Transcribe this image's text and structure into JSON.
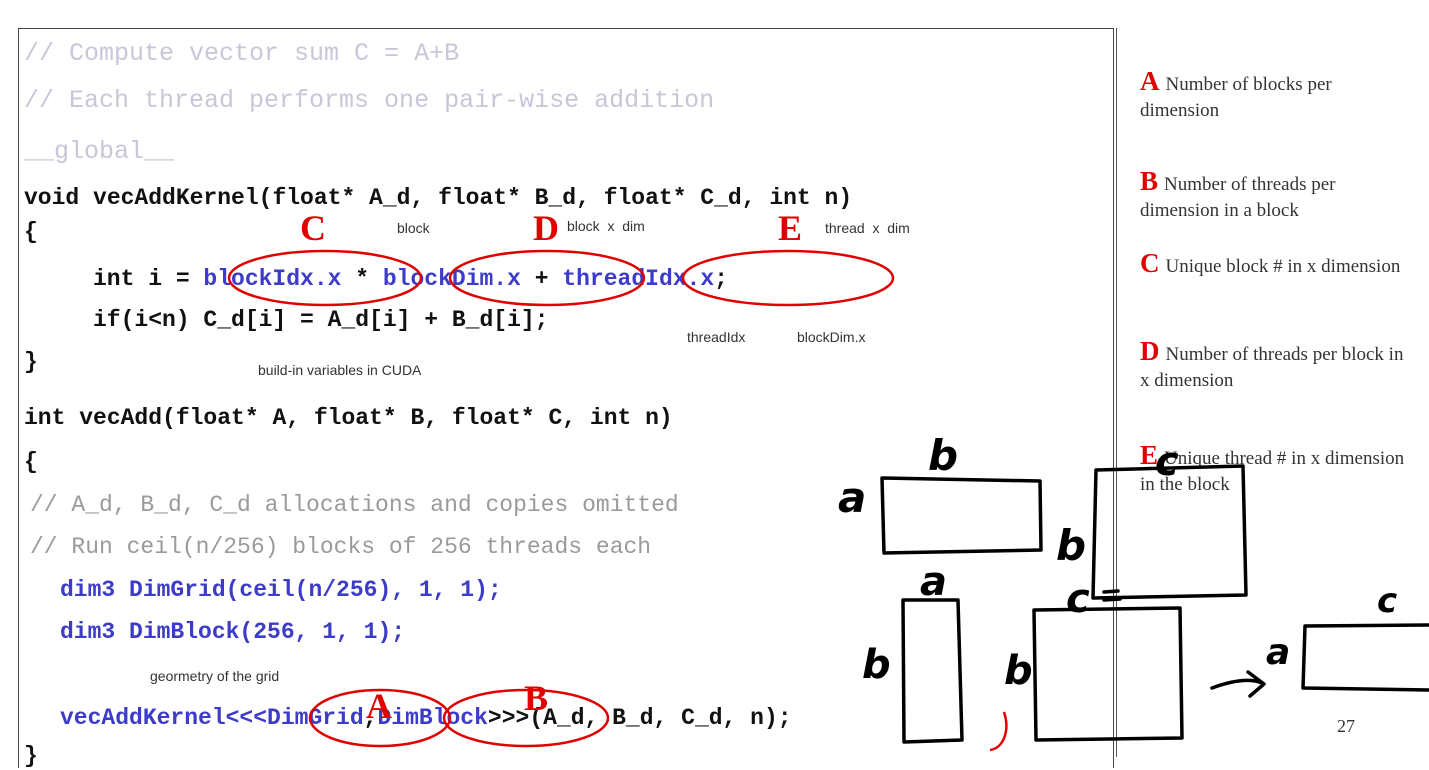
{
  "code": {
    "comment1": "// Compute vector sum C = A+B",
    "comment2": "// Each thread performs one pair-wise addition",
    "global": "__global__",
    "signature": "void vecAddKernel(float* A_d, float* B_d, float* C_d, int n)",
    "open_brace_1": "{",
    "int_i_prefix": "int i = ",
    "block_idx": "blockIdx.x",
    "mult": " * ",
    "block_dim": "blockDim.x",
    "plus": " + ",
    "thread_idx": "threadIdx.x",
    "semicolon": ";",
    "if_line": "if(i<n) C_d[i] = A_d[i] + B_d[i];",
    "close_brace_1": "}",
    "vecadd_signature": "int vecAdd(float* A, float* B, float* C, int n)",
    "open_brace_2": "{",
    "comment3": "// A_d, B_d, C_d allocations and copies omitted",
    "comment4": "// Run ceil(n/256) blocks of 256 threads each",
    "dimgrid_line": "dim3 DimGrid(ceil(n/256), 1, 1);",
    "dimblock_line": "dim3 DimBlock(256, 1, 1);",
    "launch_prefix": "vecAddKernel<<<",
    "launch_grid": "DimGrid",
    "launch_comma": ",",
    "launch_block": "DimBlock",
    "launch_suffix": ">>>(A_d, B_d, C_d, n);",
    "close_brace_2": "}"
  },
  "annotations": {
    "block": "block",
    "block_x_dim": "block  x  dim",
    "thread_x_dim": "thread  x  dim",
    "thread_idx_note": "threadIdx",
    "block_dim_note": "blockDim.x",
    "builtin_note": "build-in variables in CUDA",
    "geometry_note": "geormetry of the grid",
    "label_c": "C",
    "label_d": "D",
    "label_e": "E",
    "label_a": "A",
    "label_b": "B"
  },
  "legend": [
    {
      "letter": "A",
      "text": "Number of blocks per dimension"
    },
    {
      "letter": "B",
      "text": "Number of threads per dimension in a block"
    },
    {
      "letter": "C",
      "text": "Unique block # in x dimension"
    },
    {
      "letter": "D",
      "text": "Number of threads per block in x dimension"
    },
    {
      "letter": "E",
      "text": "Unique thread # in x dimension in the block"
    }
  ],
  "handwriting": {
    "b_top": "b",
    "a_left": "a",
    "b_right": "b",
    "c_top": "c",
    "a_mid": "a",
    "c_mid": "c",
    "b_left2": "b",
    "b_left3": "b",
    "a_arrow": "a",
    "c_far": "c"
  },
  "page_number": "27",
  "colors": {
    "accent_red": "#e00000",
    "code_blue": "#3c3cc8",
    "comment_gray": "#c8c6d8"
  }
}
